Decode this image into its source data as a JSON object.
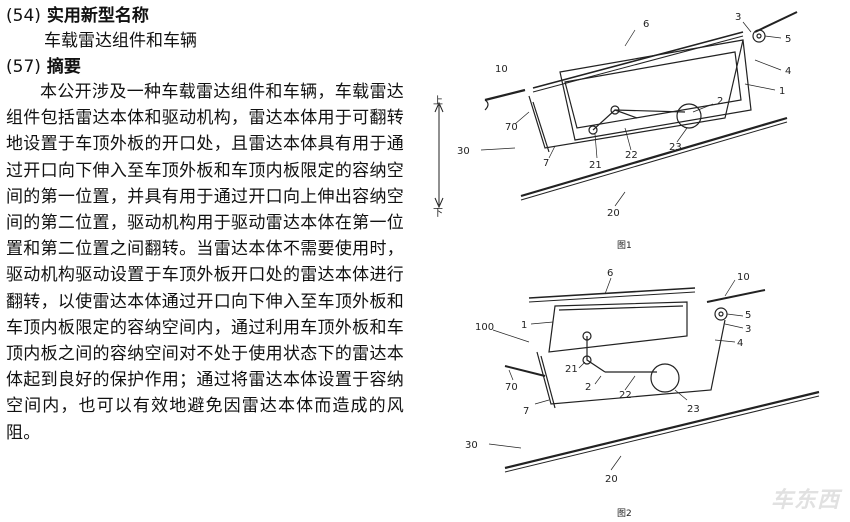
{
  "header": {
    "title_code": "(54)",
    "title_label": "实用新型名称",
    "title_value": "车载雷达组件和车辆",
    "abstract_code": "(57)",
    "abstract_label": "摘要"
  },
  "abstract_text": "本公开涉及一种车载雷达组件和车辆，车载雷达组件包括雷达本体和驱动机构，雷达本体用于可翻转地设置于车顶外板的开口处，且雷达本体具有用于通过开口向下伸入至车顶外板和车顶内板限定的容纳空间的第一位置，并具有用于通过开口向上伸出容纳空间的第二位置，驱动机构用于驱动雷达本体在第一位置和第二位置之间翻转。当雷达本体不需要使用时，驱动机构驱动设置于车顶外板开口处的雷达本体进行翻转，以使雷达本体通过开口向下伸入至车顶外板和车顶内板限定的容纳空间内，通过利用车顶外板和车顶内板之间的容纳空间对不处于使用状态下的雷达本体起到良好的保护作用；通过将雷达本体设置于容纳空间内，也可以有效地避免因雷达本体而造成的风阻。",
  "figure1": {
    "caption": "图1",
    "arrow_up": "上",
    "arrow_down": "下",
    "labels": {
      "l6": "6",
      "l3": "3",
      "l5": "5",
      "l4": "4",
      "l1": "1",
      "l10": "10",
      "l70": "70",
      "l2": "2",
      "l30": "30",
      "l7": "7",
      "l21": "21",
      "l22": "22",
      "l23": "23",
      "l20": "20"
    }
  },
  "figure2": {
    "caption": "图2",
    "labels": {
      "l6": "6",
      "l10": "10",
      "l100": "100",
      "l1": "1",
      "l5": "5",
      "l3": "3",
      "l4": "4",
      "l21": "21",
      "l2": "2",
      "l70": "70",
      "l22": "22",
      "l7": "7",
      "l23": "23",
      "l30": "30",
      "l20": "20"
    }
  },
  "watermark": "车东西"
}
